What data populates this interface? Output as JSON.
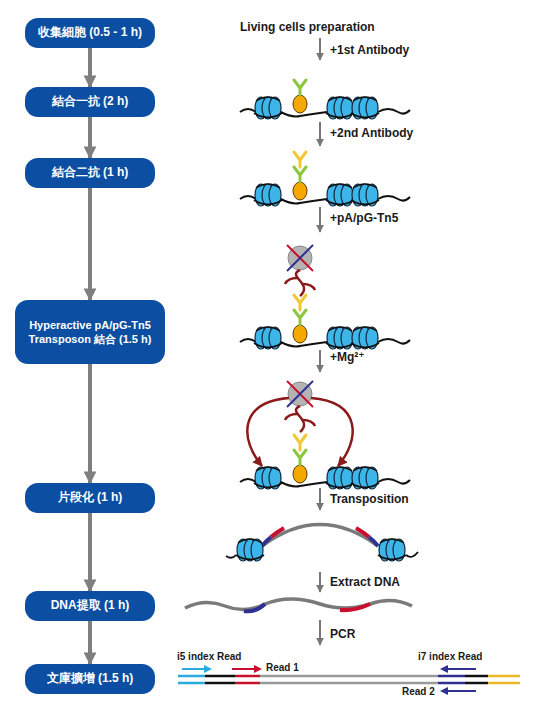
{
  "diagram": {
    "nodes": [
      {
        "text": [
          "收集細胞 (0.5 - 1 h)"
        ]
      },
      {
        "text": [
          "結合一抗 (2 h)"
        ]
      },
      {
        "text": [
          "結合二抗 (1 h)"
        ]
      },
      {
        "text": [
          "Hyperactive pA/pG-Tn5 Transposon 結合 (1.5 h)"
        ]
      },
      {
        "text": [
          "片段化 (1 h)"
        ]
      },
      {
        "text": [
          "DNA提取 (1 h)"
        ]
      },
      {
        "text": [
          "文庫擴增 (1.5 h)"
        ]
      }
    ],
    "edges": [
      {
        "from": 0,
        "to": 1,
        "arrow": "to"
      },
      {
        "from": 1,
        "to": 2,
        "arrow": "to"
      },
      {
        "from": 2,
        "to": 3,
        "arrow": "to"
      },
      {
        "from": 3,
        "to": 4,
        "arrow": "to"
      },
      {
        "from": 4,
        "to": 5,
        "arrow": "to"
      },
      {
        "from": 5,
        "to": 6,
        "arrow": "to"
      }
    ],
    "labels": [
      "Living cells preparation",
      "+1st Antibody",
      "+2nd Antibody",
      "+pA/pG-Tn5",
      "+Mg²⁺",
      "Transposition",
      "Extract DNA",
      "PCR",
      "i5 index Read",
      "Read 1",
      "i7 index Read",
      "Read 2"
    ]
  }
}
